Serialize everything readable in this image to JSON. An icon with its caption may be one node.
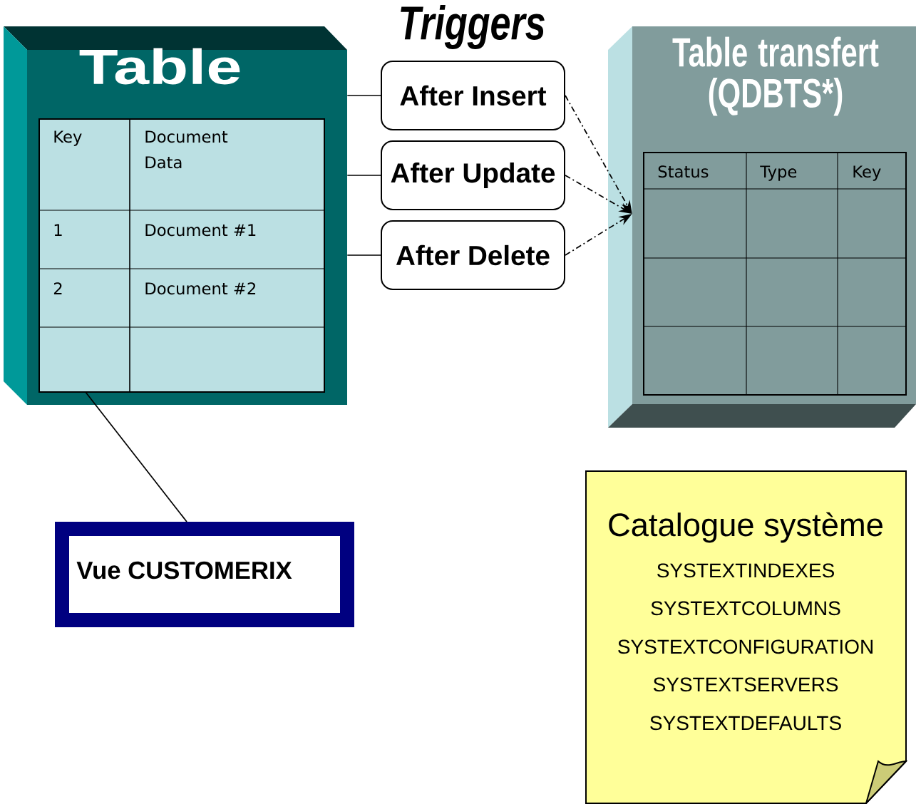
{
  "diagram": {
    "title": "Triggers",
    "nodes": [
      {
        "text": [
          "Table"
        ]
      },
      {
        "text": [
          "After Insert"
        ]
      },
      {
        "text": [
          "After Update"
        ]
      },
      {
        "text": [
          "After Delete"
        ]
      },
      {
        "text": [
          "Table transfert (QDBTS*)"
        ]
      },
      {
        "text": [
          "Vue CUSTOMERIX"
        ]
      },
      {
        "text": [
          "Catalogue système",
          "SYSTEXTINDEXES",
          "SYSTEXTCOLUMNS",
          "SYSTEXTCONFIGURATION",
          "SYSTEXTSERVERS",
          "SYSTEXTDEFAULTS"
        ]
      }
    ],
    "edges": [
      {
        "from": 0,
        "to": 1,
        "arrow": "none"
      },
      {
        "from": 0,
        "to": 2,
        "arrow": "none"
      },
      {
        "from": 0,
        "to": 3,
        "arrow": "none"
      },
      {
        "from": 1,
        "to": 4,
        "arrow": "to",
        "style": "dashed"
      },
      {
        "from": 2,
        "to": 4,
        "arrow": "to",
        "style": "dashed"
      },
      {
        "from": 3,
        "to": 4,
        "arrow": "to",
        "style": "dashed"
      },
      {
        "from": 0,
        "to": 5,
        "arrow": "none"
      }
    ],
    "labels": [
      "Key",
      "Document Data",
      "1",
      "Document #1",
      "2",
      "Document #2",
      "Status",
      "Type",
      "Key"
    ]
  }
}
